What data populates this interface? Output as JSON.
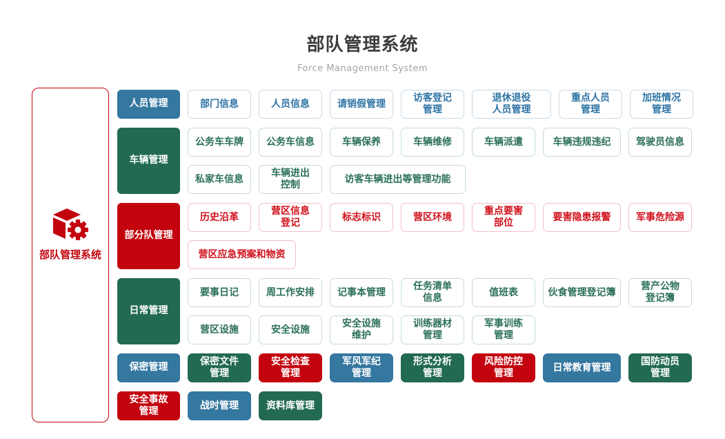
{
  "header": {
    "title": "部队管理系统",
    "subtitle": "Force Management System"
  },
  "sidebar": {
    "label": "部队管理系统",
    "icon": "cube-gear-icon"
  },
  "colors": {
    "blue": "#34779f",
    "green": "#226a52",
    "red": "#c3040e",
    "outline_blue_text": "#2e74a4",
    "outline_green_text": "#2b7058",
    "outline_red_text": "#d0111c"
  },
  "groups": [
    {
      "category": {
        "label": "人员管理",
        "color": "blue"
      },
      "lines": [
        [
          {
            "label": "部门信息",
            "style": "outline-blue"
          },
          {
            "label": "人员信息",
            "style": "outline-blue"
          },
          {
            "label": "请销假管理",
            "style": "outline-blue"
          },
          {
            "label": "访客登记\n管理",
            "style": "outline-blue"
          },
          {
            "label": "退休退役\n人员管理",
            "style": "outline-blue",
            "w": 115
          },
          {
            "label": "重点人员\n管理",
            "style": "outline-blue"
          },
          {
            "label": "加班情况\n管理",
            "style": "outline-blue"
          }
        ]
      ]
    },
    {
      "category": {
        "label": "车辆管理",
        "color": "green"
      },
      "lines": [
        [
          {
            "label": "公务车车牌",
            "style": "outline-green"
          },
          {
            "label": "公务车信息",
            "style": "outline-green"
          },
          {
            "label": "车辆保养",
            "style": "outline-green"
          },
          {
            "label": "车辆维修",
            "style": "outline-green"
          },
          {
            "label": "车辆派遣",
            "style": "outline-green"
          },
          {
            "label": "车辆违规违纪",
            "style": "outline-green",
            "w": 113
          },
          {
            "label": "驾驶员信息",
            "style": "outline-green"
          }
        ],
        [
          {
            "label": "私家车信息",
            "style": "outline-green"
          },
          {
            "label": "车辆进出\n控制",
            "style": "outline-green"
          },
          {
            "label": "访客车辆进出等管理功能",
            "style": "outline-green",
            "w": 197
          }
        ]
      ]
    },
    {
      "category": {
        "label": "部分队管理",
        "color": "red"
      },
      "lines": [
        [
          {
            "label": "历史沿革",
            "style": "outline-red"
          },
          {
            "label": "营区信息\n登记",
            "style": "outline-red"
          },
          {
            "label": "标志标识",
            "style": "outline-red"
          },
          {
            "label": "营区环境",
            "style": "outline-red"
          },
          {
            "label": "重点要害\n部位",
            "style": "outline-red"
          },
          {
            "label": "要害隐患报警",
            "style": "outline-red",
            "w": 113
          },
          {
            "label": "军事危险源",
            "style": "outline-red"
          }
        ],
        [
          {
            "label": "营区应急预案和物资",
            "style": "outline-red",
            "w": 157
          }
        ]
      ]
    },
    {
      "category": {
        "label": "日常管理",
        "color": "green"
      },
      "lines": [
        [
          {
            "label": "要事日记",
            "style": "outline-green"
          },
          {
            "label": "周工作安排",
            "style": "outline-green"
          },
          {
            "label": "记事本管理",
            "style": "outline-green"
          },
          {
            "label": "任务清单\n信息",
            "style": "outline-green"
          },
          {
            "label": "值班表",
            "style": "outline-green"
          },
          {
            "label": "伙食管理登记簿",
            "style": "outline-green",
            "w": 113
          },
          {
            "label": "营产公物\n登记簿",
            "style": "outline-green"
          }
        ],
        [
          {
            "label": "营区设施",
            "style": "outline-green"
          },
          {
            "label": "安全设施",
            "style": "outline-green"
          },
          {
            "label": "安全设施\n维护",
            "style": "outline-green"
          },
          {
            "label": "训练器材\n管理",
            "style": "outline-green"
          },
          {
            "label": "军事训练\n管理",
            "style": "outline-green"
          }
        ]
      ]
    },
    {
      "category": {
        "label": "保密管理",
        "color": "blue"
      },
      "lines": [
        [
          {
            "label": "保密文件\n管理",
            "style": "solid-green"
          },
          {
            "label": "安全检查\n管理",
            "style": "solid-red"
          },
          {
            "label": "军风军纪\n管理",
            "style": "solid-blue"
          },
          {
            "label": "形式分析\n管理",
            "style": "solid-green"
          },
          {
            "label": "风险防控\n管理",
            "style": "solid-red"
          },
          {
            "label": "日常教育管理",
            "style": "solid-blue",
            "w": 113
          },
          {
            "label": "国防动员\n管理",
            "style": "solid-green"
          }
        ]
      ]
    },
    {
      "category": {
        "label": "安全事故\n管理",
        "color": "red"
      },
      "lines": [
        [
          {
            "label": "战时管理",
            "style": "solid-blue"
          },
          {
            "label": "资料库管理",
            "style": "solid-green"
          }
        ]
      ]
    }
  ]
}
